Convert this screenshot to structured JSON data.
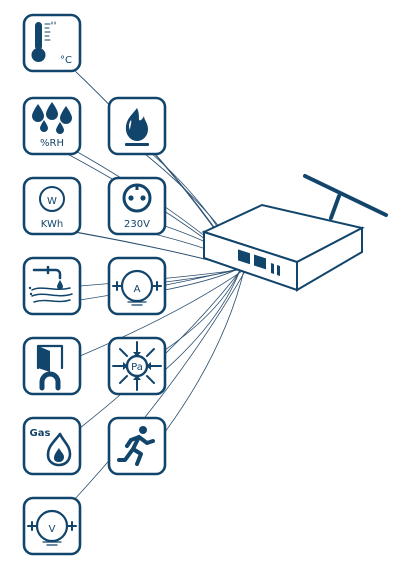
{
  "sensors": {
    "temperature": {
      "icon": "thermometer-icon",
      "unit_label": "°C"
    },
    "humidity": {
      "icon": "water-drops-icon",
      "unit_label": "%RH"
    },
    "fire": {
      "icon": "flame-icon"
    },
    "energy": {
      "icon": "energy-meter-icon",
      "symbol_label": "W",
      "unit_label": "KWh"
    },
    "voltage_socket": {
      "icon": "power-socket-icon",
      "unit_label": "230V"
    },
    "water_leak": {
      "icon": "water-leak-icon"
    },
    "current": {
      "icon": "ammeter-icon",
      "symbol_label": "A"
    },
    "door": {
      "icon": "door-magnet-icon"
    },
    "pressure": {
      "icon": "pressure-icon",
      "symbol_label": "Pa"
    },
    "gas": {
      "icon": "gas-flame-icon",
      "symbol_label": "Gas"
    },
    "motion": {
      "icon": "running-person-icon"
    },
    "voltmeter": {
      "icon": "voltmeter-icon",
      "symbol_label": "V"
    }
  },
  "device": {
    "icon": "router-icon"
  },
  "colors": {
    "ink": "#12456b",
    "wire": "#2a4f6f",
    "background": "#ffffff"
  }
}
